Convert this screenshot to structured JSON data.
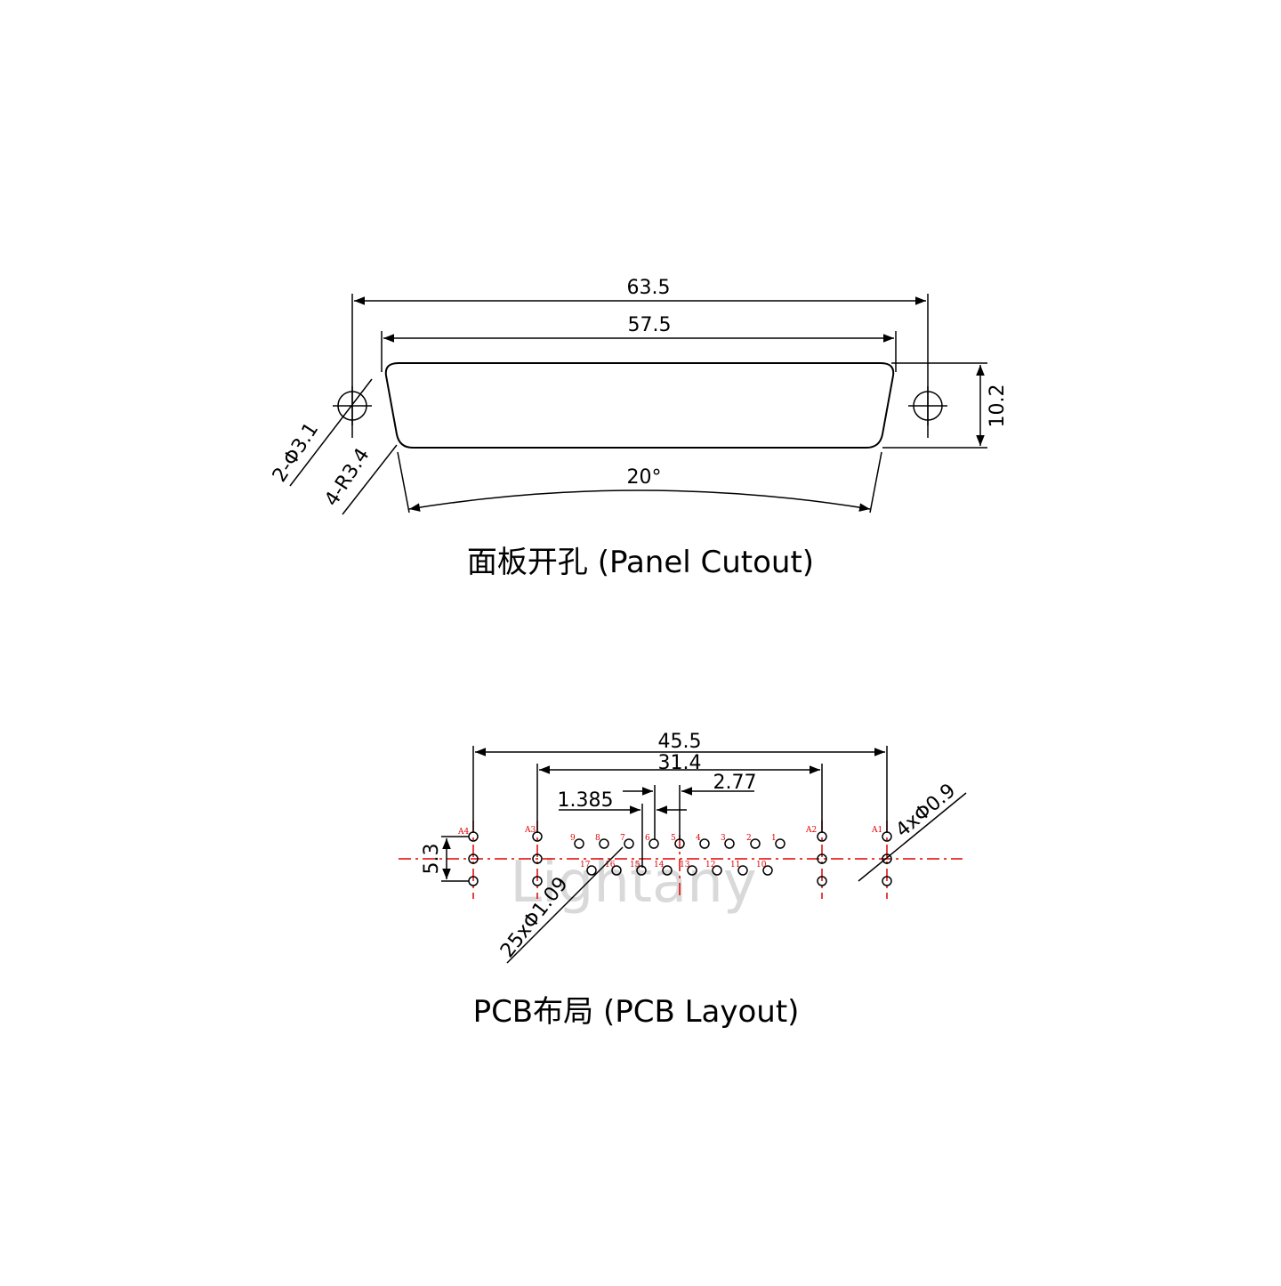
{
  "colors": {
    "line": "#000000",
    "centerline": "#e00000",
    "watermark": "#d9d9d9",
    "background": "#ffffff"
  },
  "watermark": "Lightany",
  "panel": {
    "title": "面板开孔 (Panel Cutout)",
    "dims": {
      "overall_width": "63.5",
      "cutout_width": "57.5",
      "height": "10.2",
      "angle": "20°",
      "mount_hole": "2-Φ3.1",
      "corner_radius": "4-R3.4"
    }
  },
  "pcb": {
    "title": "PCB布局 (PCB Layout)",
    "dims": {
      "overall": "45.5",
      "inner": "31.4",
      "row_pitch": "2.77",
      "half_pitch": "1.385",
      "vertical": "5.3",
      "signal_holes": "25xΦ1.09",
      "mount_holes": "4xΦ0.9"
    },
    "aux_labels": [
      "A4",
      "A3",
      "A2",
      "A1"
    ],
    "top_row_labels": [
      "9",
      "8",
      "7",
      "6",
      "5",
      "4",
      "3",
      "2",
      "1"
    ],
    "bottom_row_labels": [
      "17",
      "16",
      "15",
      "14",
      "13",
      "12",
      "11",
      "10"
    ]
  }
}
